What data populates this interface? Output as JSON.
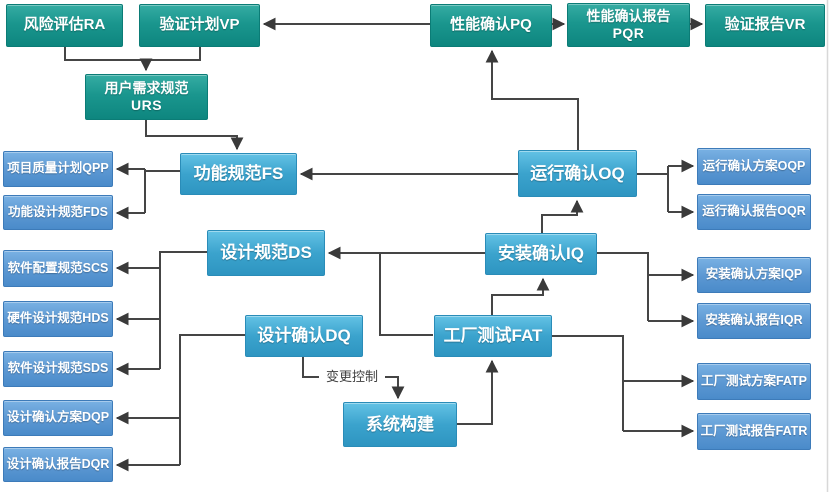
{
  "diagram": {
    "kind": "validation-v-model-flowchart",
    "change_control_label": "变更控制",
    "colors": {
      "teal_box": "#1a968e",
      "cyan_box": "#3ba3cd",
      "blue_box": "#5b97d2",
      "connector_line": "#454545",
      "background": "#ffffff"
    },
    "nodes": {
      "ra": {
        "label": "风险评估RA"
      },
      "vp": {
        "label": "验证计划VP"
      },
      "pq": {
        "label": "性能确认PQ"
      },
      "pqr": {
        "label": "性能确认报告",
        "label2": "PQR"
      },
      "vr": {
        "label": "验证报告VR"
      },
      "urs": {
        "label": "用户需求规范",
        "label2": "URS"
      },
      "fs": {
        "label": "功能规范FS"
      },
      "ds": {
        "label": "设计规范DS"
      },
      "dq": {
        "label": "设计确认DQ"
      },
      "sb": {
        "label": "系统构建"
      },
      "fat": {
        "label": "工厂测试FAT"
      },
      "iq": {
        "label": "安装确认IQ"
      },
      "oq": {
        "label": "运行确认OQ"
      },
      "qpp": {
        "label": "项目质量计划QPP"
      },
      "fds": {
        "label": "功能设计规范FDS"
      },
      "scs": {
        "label": "软件配置规范SCS"
      },
      "hds": {
        "label": "硬件设计规范HDS"
      },
      "sds": {
        "label": "软件设计规范SDS"
      },
      "dqp": {
        "label": "设计确认方案DQP"
      },
      "dqr": {
        "label": "设计确认报告DQR"
      },
      "oqp": {
        "label": "运行确认方案OQP"
      },
      "oqr": {
        "label": "运行确认报告OQR"
      },
      "iqp": {
        "label": "安装确认方案IQP"
      },
      "iqr": {
        "label": "安装确认报告IQR"
      },
      "fatp": {
        "label": "工厂测试方案FATP"
      },
      "fatr": {
        "label": "工厂测试报告FATR"
      }
    }
  }
}
